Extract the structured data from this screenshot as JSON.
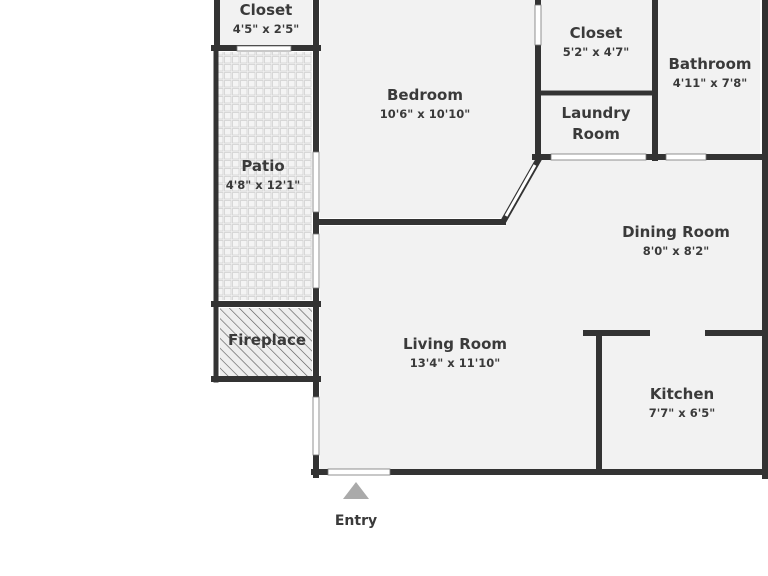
{
  "colors": {
    "wall": "#333333",
    "floor": "#f2f2f2",
    "window": "#ffffff",
    "text": "#3a3a3a",
    "entry_arrow": "#aaaaaa"
  },
  "rooms": {
    "closet_top": {
      "name": "Closet",
      "dims": "4'5\" x 2'5\""
    },
    "patio": {
      "name": "Patio",
      "dims": "4'8\" x 12'1\""
    },
    "fireplace": {
      "name": "Fireplace"
    },
    "bedroom": {
      "name": "Bedroom",
      "dims": "10'6\" x 10'10\""
    },
    "closet_mid": {
      "name": "Closet",
      "dims": "5'2\" x 4'7\""
    },
    "laundry": {
      "name_line1": "Laundry",
      "name_line2": "Room"
    },
    "bathroom": {
      "name": "Bathroom",
      "dims": "4'11\" x 7'8\""
    },
    "dining": {
      "name": "Dining Room",
      "dims": "8'0\" x 8'2\""
    },
    "living": {
      "name": "Living Room",
      "dims": "13'4\" x 11'10\""
    },
    "kitchen": {
      "name": "Kitchen",
      "dims": "7'7\" x 6'5\""
    }
  },
  "entry": {
    "label": "Entry"
  }
}
